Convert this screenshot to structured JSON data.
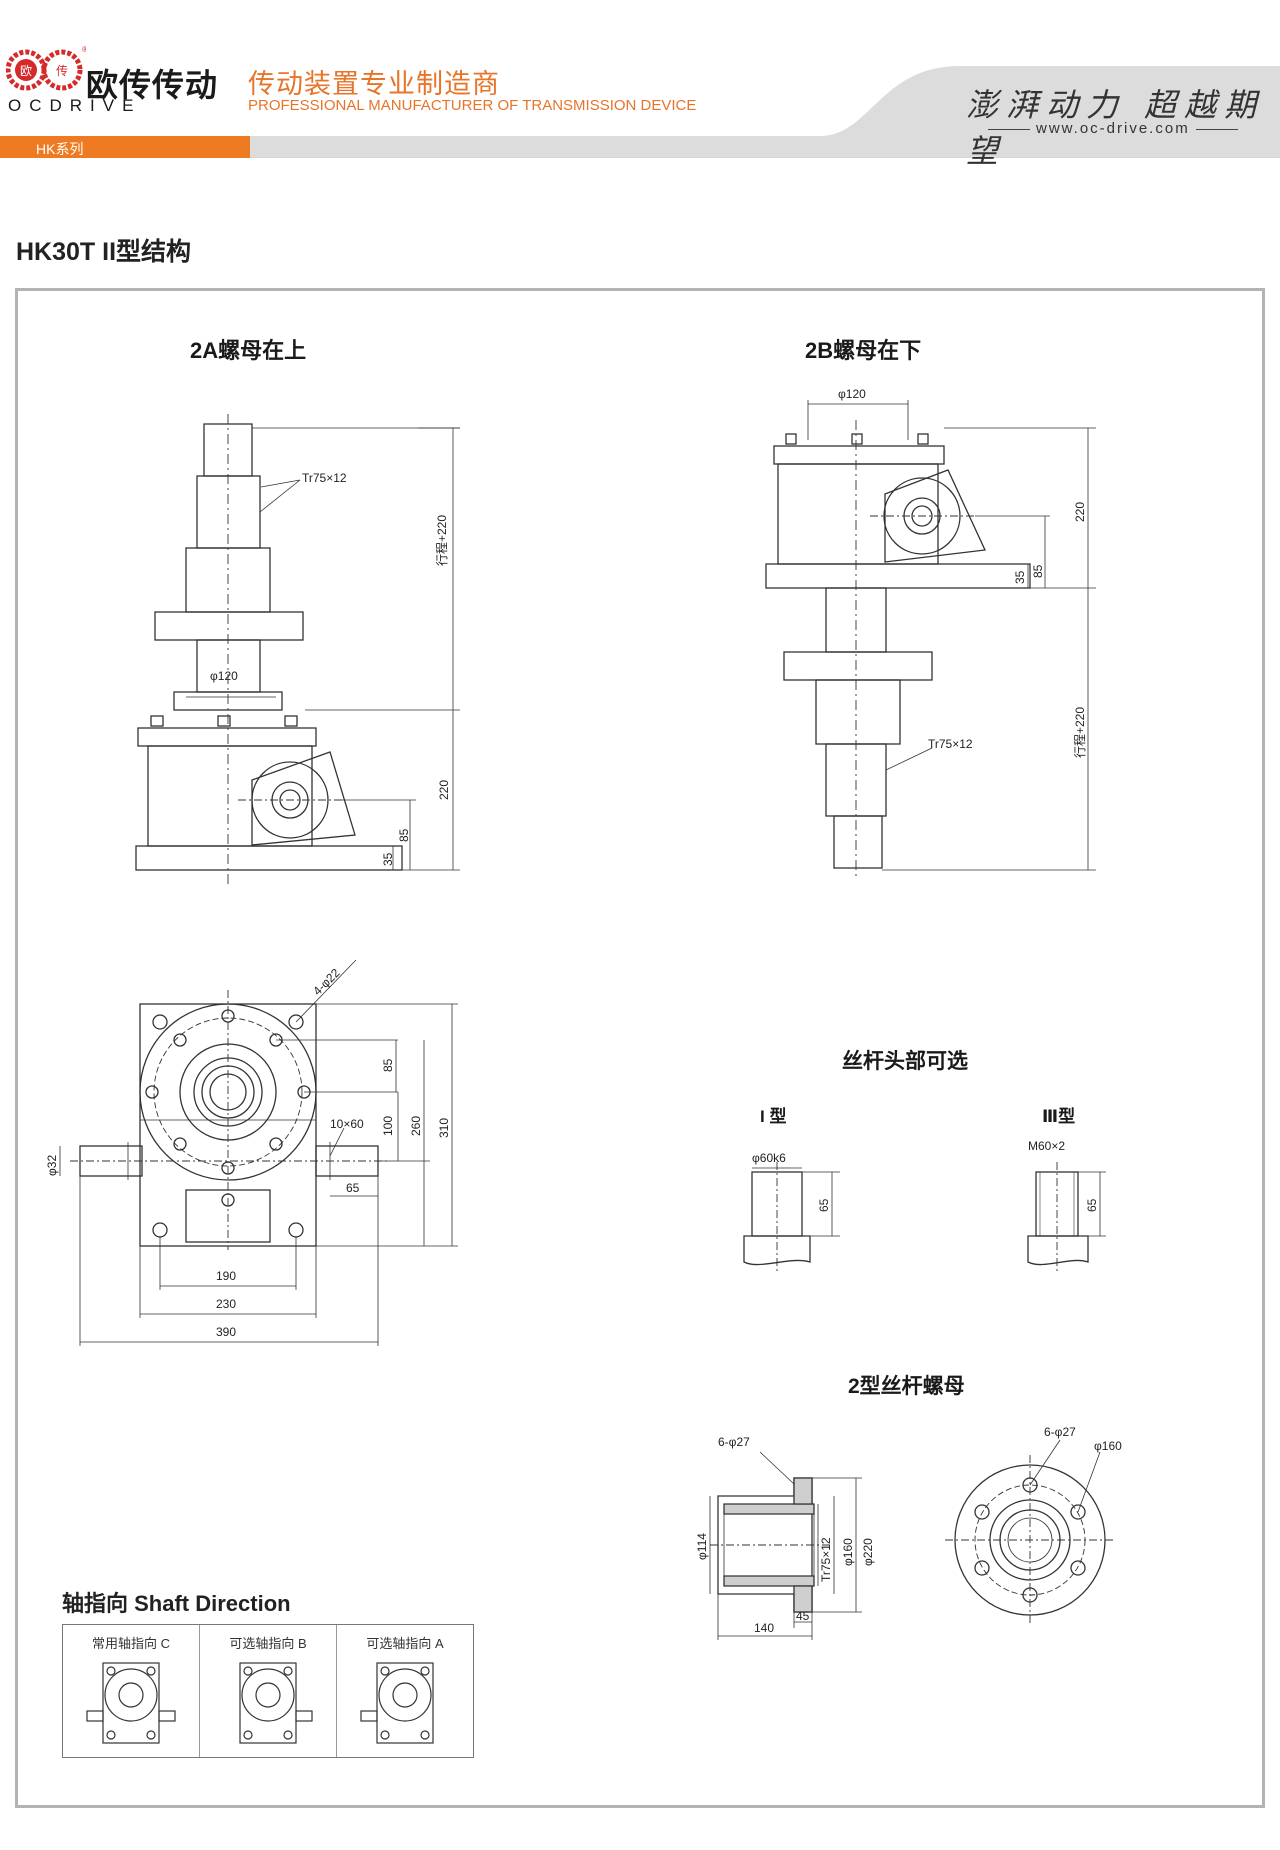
{
  "header": {
    "logo_mark_text": [
      "欧",
      "传"
    ],
    "brand_cn": "欧传传动",
    "brand_en": "OCDRIVE",
    "slogan_cn": "传动装置专业制造商",
    "slogan_en": "PROFESSIONAL MANUFACTURER OF TRANSMISSION DEVICE",
    "motto": "澎湃动力 超越期望",
    "website": "www.oc-drive.com",
    "series_tab": "HK系列",
    "accent_color": "#ee7a22",
    "gray_band_color": "#d9d9d9"
  },
  "page_title": "HK30T II型结构",
  "drawings": {
    "view_2a": {
      "title": "2A螺母在上",
      "thread": "Tr75×12",
      "stroke": "行程+220",
      "bore": "φ120",
      "dims": [
        "220",
        "85",
        "35"
      ]
    },
    "view_2b": {
      "title": "2B螺母在下",
      "bore": "φ120",
      "thread": "Tr75×12",
      "stroke": "行程+220",
      "dims": [
        "220",
        "85",
        "35"
      ]
    },
    "plan_view": {
      "holes": "4-φ22",
      "key": "10×60",
      "shaft_dia": "φ32",
      "dims_vertical": [
        "85",
        "100",
        "260",
        "310"
      ],
      "dims_horizontal": [
        "65",
        "190",
        "230",
        "390"
      ]
    },
    "screw_head": {
      "title": "丝杆头部可选",
      "type1": {
        "label": "I 型",
        "dia": "φ60k6",
        "len": "65"
      },
      "type3": {
        "label": "Ⅲ型",
        "thread": "M60×2",
        "len": "65"
      }
    },
    "nut": {
      "title": "2型丝杆螺母",
      "side": {
        "holes": "6-φ27",
        "d1": "φ114",
        "thread": "Tr75×12",
        "d2": "φ160",
        "d3": "φ220",
        "l1": "140",
        "l2": "45"
      },
      "face": {
        "holes": "6-φ27",
        "pcd": "φ160"
      }
    }
  },
  "shaft_direction": {
    "title": "轴指向 Shaft Direction",
    "options": [
      "常用轴指向 C",
      "可选轴指向 B",
      "可选轴指向 A"
    ]
  }
}
